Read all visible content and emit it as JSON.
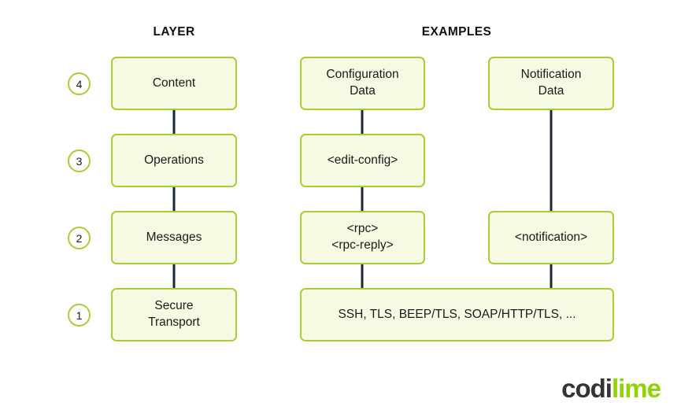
{
  "headers": {
    "layer": "LAYER",
    "examples": "EXAMPLES"
  },
  "colors": {
    "background": "#ffffff",
    "box_border": "#a6ce39",
    "box_fill": "#f7fae3",
    "connector": "#1d2a35",
    "text": "#1a1a1a",
    "logo_dark": "#333333",
    "logo_lime": "#8fd400"
  },
  "layers": [
    {
      "number": "4",
      "name": "Content"
    },
    {
      "number": "3",
      "name": "Operations"
    },
    {
      "number": "2",
      "name": "Messages"
    },
    {
      "number": "1",
      "name": "Secure\nTransport"
    }
  ],
  "examples": {
    "configuration": [
      "Configuration\nData",
      "<edit-config>",
      "<rpc>\n<rpc-reply>"
    ],
    "notification": [
      "Notification\nData",
      "<notification>"
    ],
    "transport": "SSH, TLS, BEEP/TLS, SOAP/HTTP/TLS, ..."
  },
  "logo": {
    "part_dark": "codi",
    "part_lime": "lime"
  }
}
